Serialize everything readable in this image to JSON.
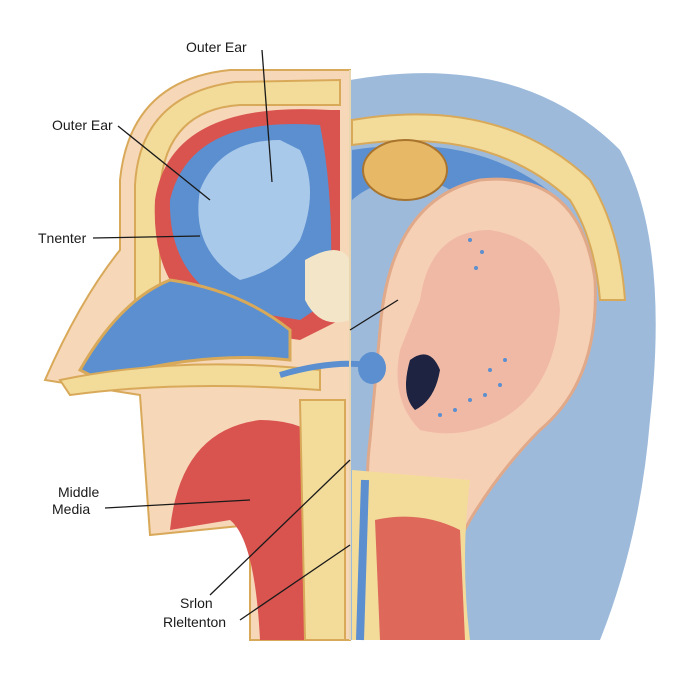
{
  "diagram": {
    "labels": {
      "outer_ear_top": "Outer Ear",
      "outer_ear_left": "Outer Ear",
      "tnenter": "Tnenter",
      "middle_line1": "Middle",
      "middle_line2": "Media",
      "srlon": "Srlon",
      "rleltenton": "Rleltenton"
    },
    "colors": {
      "skin": "#f6d7b8",
      "bone": "#f3dc9a",
      "bone_stripe": "#d9a95a",
      "blue": "#5b8fcf",
      "light_blue": "#a9c9ea",
      "red": "#d9534f",
      "head_blue": "#9dbadb"
    }
  }
}
